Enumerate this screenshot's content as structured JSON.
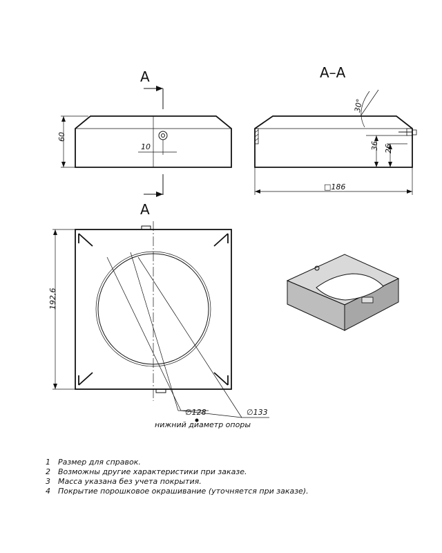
{
  "views": {
    "section_marker_top": "A",
    "section_marker_bottom": "A",
    "section_title": "A–A"
  },
  "dimensions": {
    "height": "60",
    "bolt_offset": "10",
    "angle": "30°",
    "height_36": "36",
    "height_26": "26",
    "square_side": "□186",
    "diagonal": "192,6",
    "diam_128": "∅128",
    "diam_133": "∅133",
    "lower_diameter_note": "нижний диаметр опоры"
  },
  "notes": [
    {
      "num": "1",
      "text": "Размер для справок."
    },
    {
      "num": "2",
      "text": "Возможны другие характеристики при заказе."
    },
    {
      "num": "3",
      "text": "Масса указана без учета покрытия."
    },
    {
      "num": "4",
      "text": "Покрытие порошковое окрашивание (уточняется при заказе)."
    }
  ]
}
